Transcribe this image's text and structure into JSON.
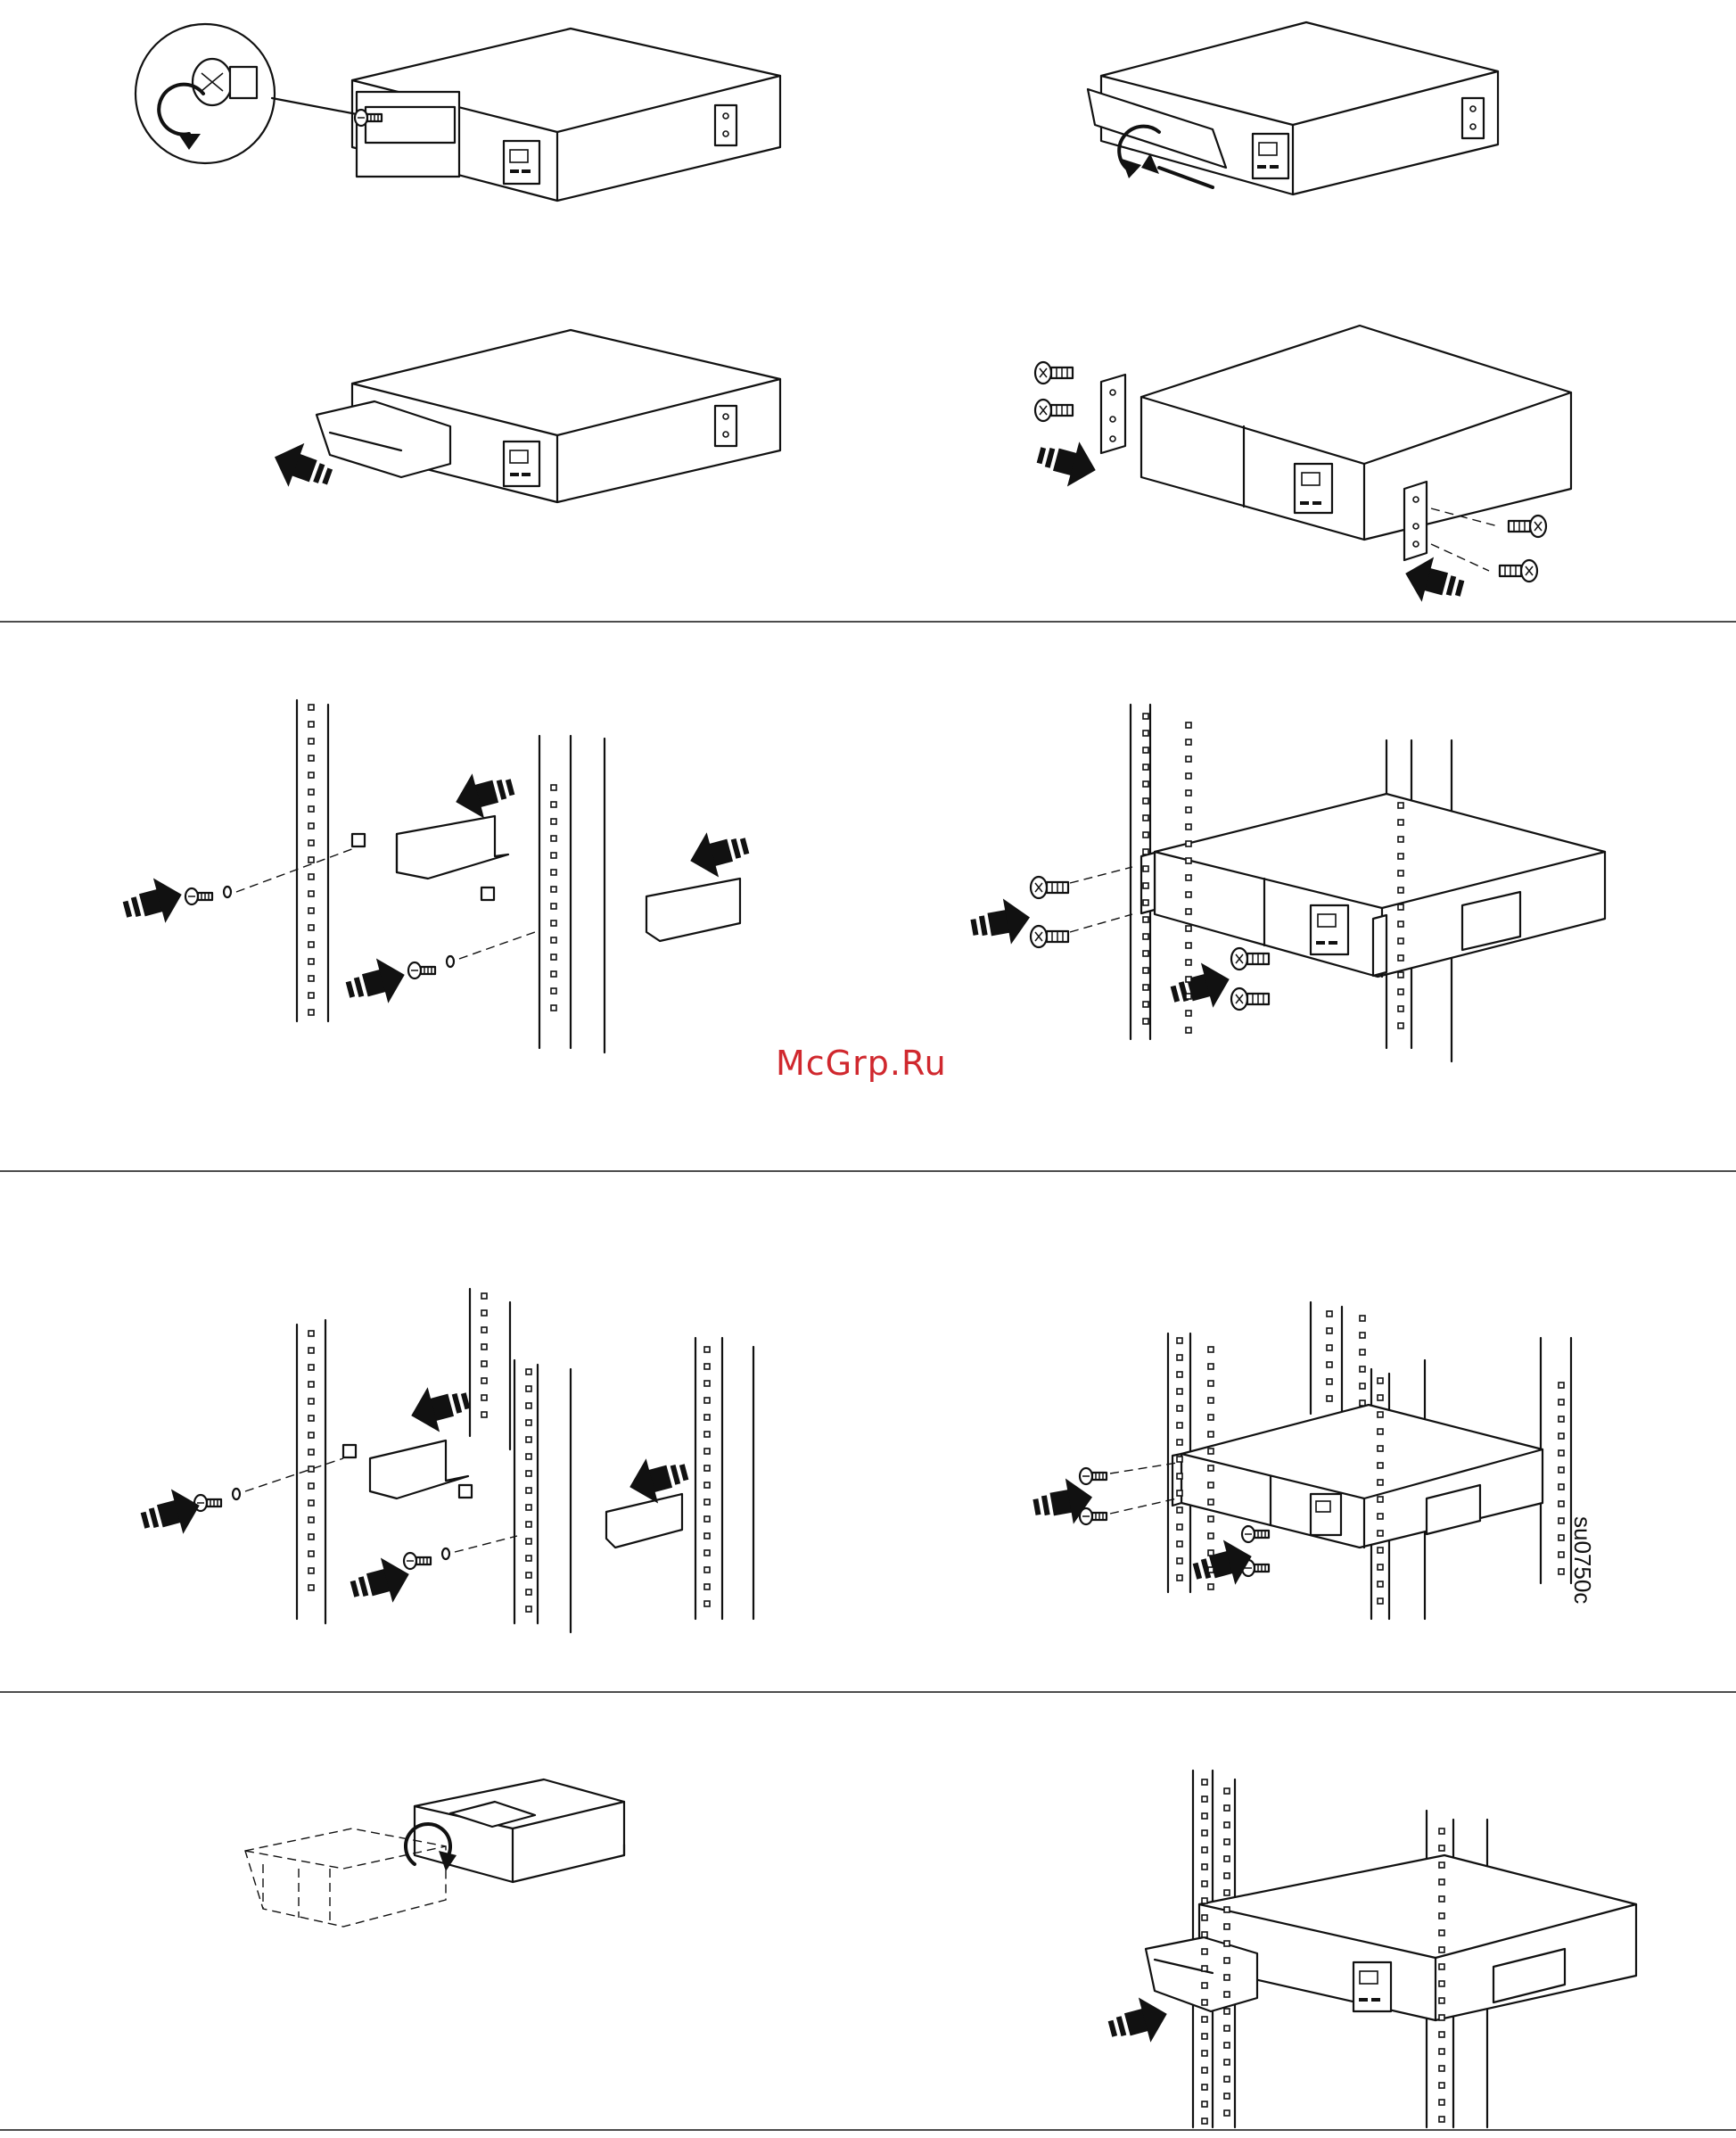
{
  "watermark": "McGrp.Ru",
  "doc_id": "su0750c",
  "sections": [
    {
      "name": "remove-front-bezel",
      "panels": 4
    },
    {
      "name": "install-in-2-post-rack",
      "panels": 2
    },
    {
      "name": "install-in-4-post-rack",
      "panels": 2
    },
    {
      "name": "reinstall-bezel",
      "panels": 2
    }
  ],
  "colors": {
    "line": "#111111",
    "watermark": "#d0282e",
    "background": "#ffffff"
  },
  "icons": [
    "push-arrow-icon",
    "rotate-arrow-icon",
    "screw-icon",
    "cage-nut-icon",
    "mounting-bracket-icon",
    "rack-rail-icon"
  ]
}
